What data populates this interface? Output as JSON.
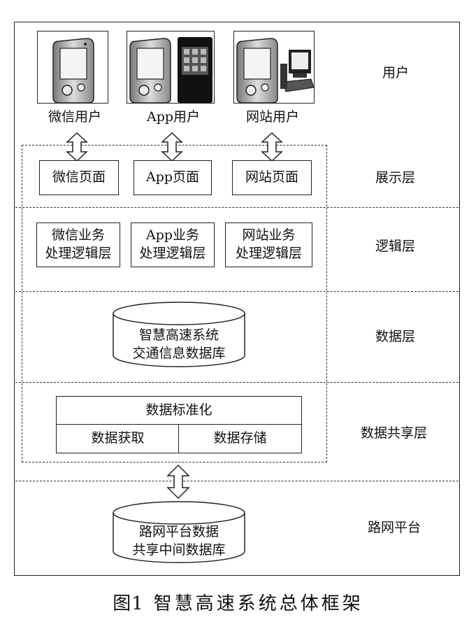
{
  "users": [
    {
      "label": "微信用户",
      "device": "phone"
    },
    {
      "label": "App用户",
      "device": "phone-with-qr"
    },
    {
      "label": "网站用户",
      "device": "phone-with-computer"
    }
  ],
  "layers": {
    "user": "用户",
    "presentation": "展示层",
    "logic": "逻辑层",
    "data": "数据层",
    "sharing": "数据共享层",
    "road_platform": "路网平台"
  },
  "pages": [
    "微信页面",
    "App页面",
    "网站页面"
  ],
  "logic_boxes": [
    {
      "line1": "微信业务",
      "line2": "处理逻辑层"
    },
    {
      "line1": "App业务",
      "line2": "处理逻辑层"
    },
    {
      "line1": "网站业务",
      "line2": "处理逻辑层"
    }
  ],
  "database": {
    "line1": "智慧高速系统",
    "line2": "交通信息数据库"
  },
  "sharing": {
    "top": "数据标准化",
    "left": "数据获取",
    "right": "数据存储"
  },
  "road_database": {
    "line1": "路网平台数据",
    "line2": "共享中间数据库"
  },
  "caption": {
    "number": "图1",
    "title": "智慧高速系统总体框架"
  }
}
